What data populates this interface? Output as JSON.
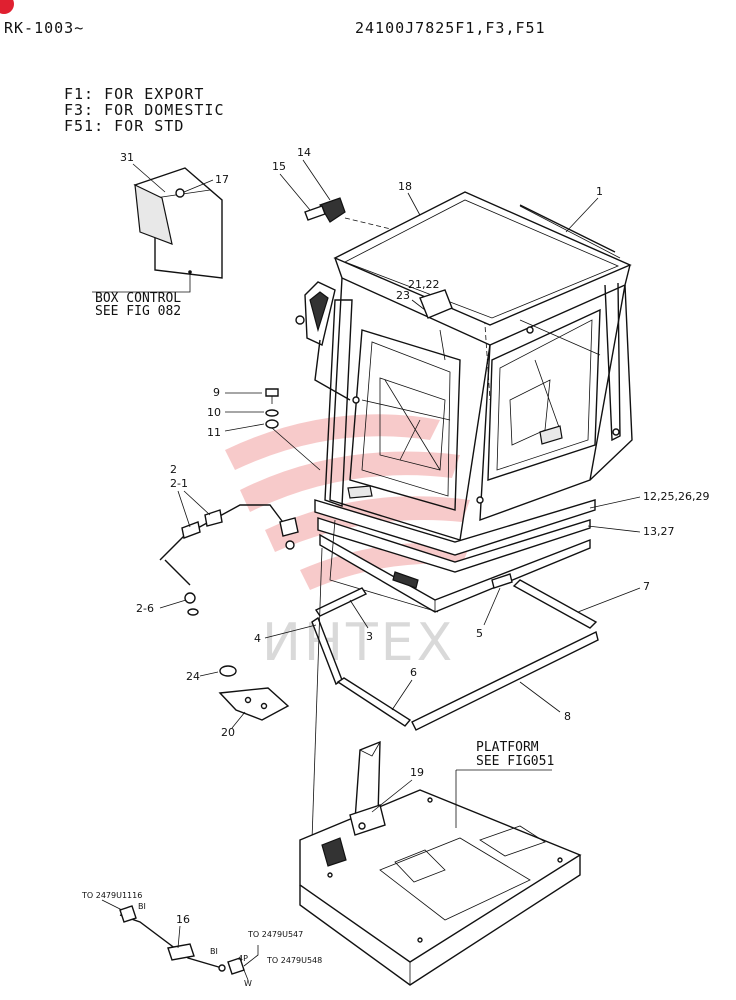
{
  "header": {
    "left": "RK-1003~",
    "right": "24100J7825F1,F3,F51"
  },
  "notes": [
    "F1: FOR EXPORT",
    "F3: FOR DOMESTIC",
    "F51: FOR STD"
  ],
  "refs": {
    "box_control_1": "BOX CONTROL",
    "box_control_2": "SEE FIG 082",
    "platform_1": "PLATFORM",
    "platform_2": "SEE FIG051"
  },
  "wiring": {
    "to_a": "TO 2479U1116",
    "to_b": "TO 2479U547",
    "to_c": "TO 2479U548",
    "bi_1": "BI",
    "bi_2": "BI",
    "p4": "4P",
    "w": "W"
  },
  "callouts": {
    "c1": "1",
    "c2": "2",
    "c2_1": "2-1",
    "c2_6": "2-6",
    "c3": "3",
    "c4": "4",
    "c5": "5",
    "c6": "6",
    "c7": "7",
    "c8": "8",
    "c9": "9",
    "c10": "10",
    "c11": "11",
    "c12": "12,25,26,29",
    "c13": "13,27",
    "c14": "14",
    "c15": "15",
    "c16": "16",
    "c17": "17",
    "c18": "18",
    "c19": "19",
    "c20": "20",
    "c21": "21,22",
    "c23": "23",
    "c24": "24",
    "c31": "31"
  },
  "watermark": "ИНТЕХ",
  "colors": {
    "ink": "#111111",
    "watermark_red": "#f2a0a0",
    "watermark_gray": "#d9d9d9",
    "badge_red": "#e02030"
  }
}
